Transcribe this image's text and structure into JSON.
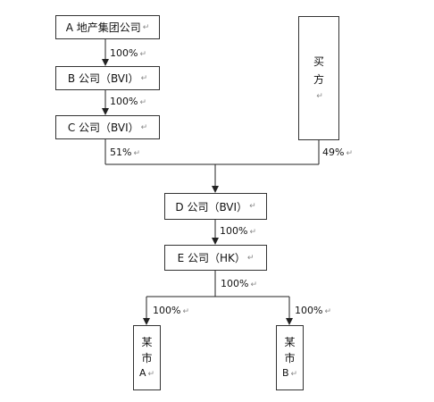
{
  "return_mark": "↵",
  "nodes": {
    "a": {
      "label": "A 地产集团公司"
    },
    "b": {
      "label": "B 公司（BVI）"
    },
    "c": {
      "label": "C 公司（BVI）"
    },
    "buyer": {
      "char1": "买",
      "char2": "方"
    },
    "d": {
      "label": "D 公司（BVI）"
    },
    "e": {
      "label": "E 公司（HK）"
    },
    "city_a": {
      "char1": "某",
      "char2": "市",
      "tag": "A"
    },
    "city_b": {
      "char1": "某",
      "char2": "市",
      "tag": "B"
    }
  },
  "edges": {
    "a_b": "100%",
    "b_c": "100%",
    "c_d": "51%",
    "buyer_d": "49%",
    "d_e": "100%",
    "e_split": "100%",
    "e_city_a": "100%",
    "e_city_b": "100%"
  }
}
